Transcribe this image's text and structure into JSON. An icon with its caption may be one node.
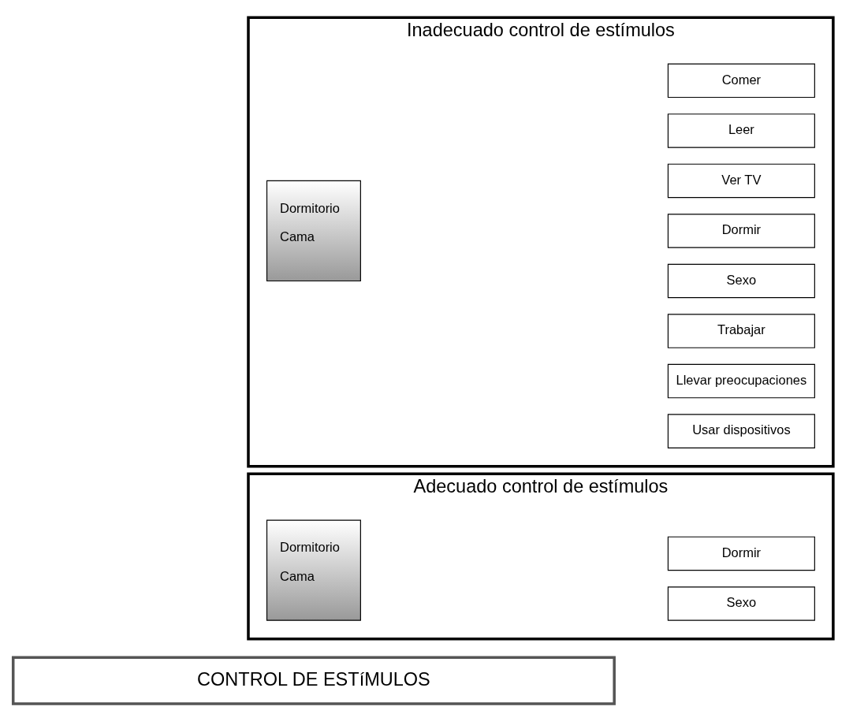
{
  "diagram": {
    "nodes": [
      {
        "text": [
          "CONTROL DE ESTíMULOS"
        ]
      },
      {
        "text": [
          "Adecuado control de estímulos"
        ]
      },
      {
        "text": [
          "Dormitorio",
          "Cama"
        ],
        "in": 1
      },
      {
        "text": [
          "Sexo"
        ],
        "in": 1
      },
      {
        "text": [
          "Dormir"
        ],
        "in": 1
      },
      {
        "text": [
          "Inadecuado control de estímulos"
        ]
      },
      {
        "text": [
          "Comer"
        ],
        "in": 5
      },
      {
        "text": [
          "Leer"
        ],
        "in": 5
      },
      {
        "text": [
          "Ver TV"
        ],
        "in": 5
      },
      {
        "text": [
          "Dormitorio",
          "Cama"
        ],
        "in": 5
      },
      {
        "text": [
          "Sexo"
        ],
        "in": 5
      },
      {
        "text": [
          "Dormir"
        ],
        "in": 5
      },
      {
        "text": [
          "Trabajar"
        ],
        "in": 5
      },
      {
        "text": [
          "Llevar preocupaciones"
        ],
        "in": 5
      },
      {
        "text": [
          "Usar dispositivos"
        ],
        "in": 5
      }
    ],
    "edges": []
  }
}
